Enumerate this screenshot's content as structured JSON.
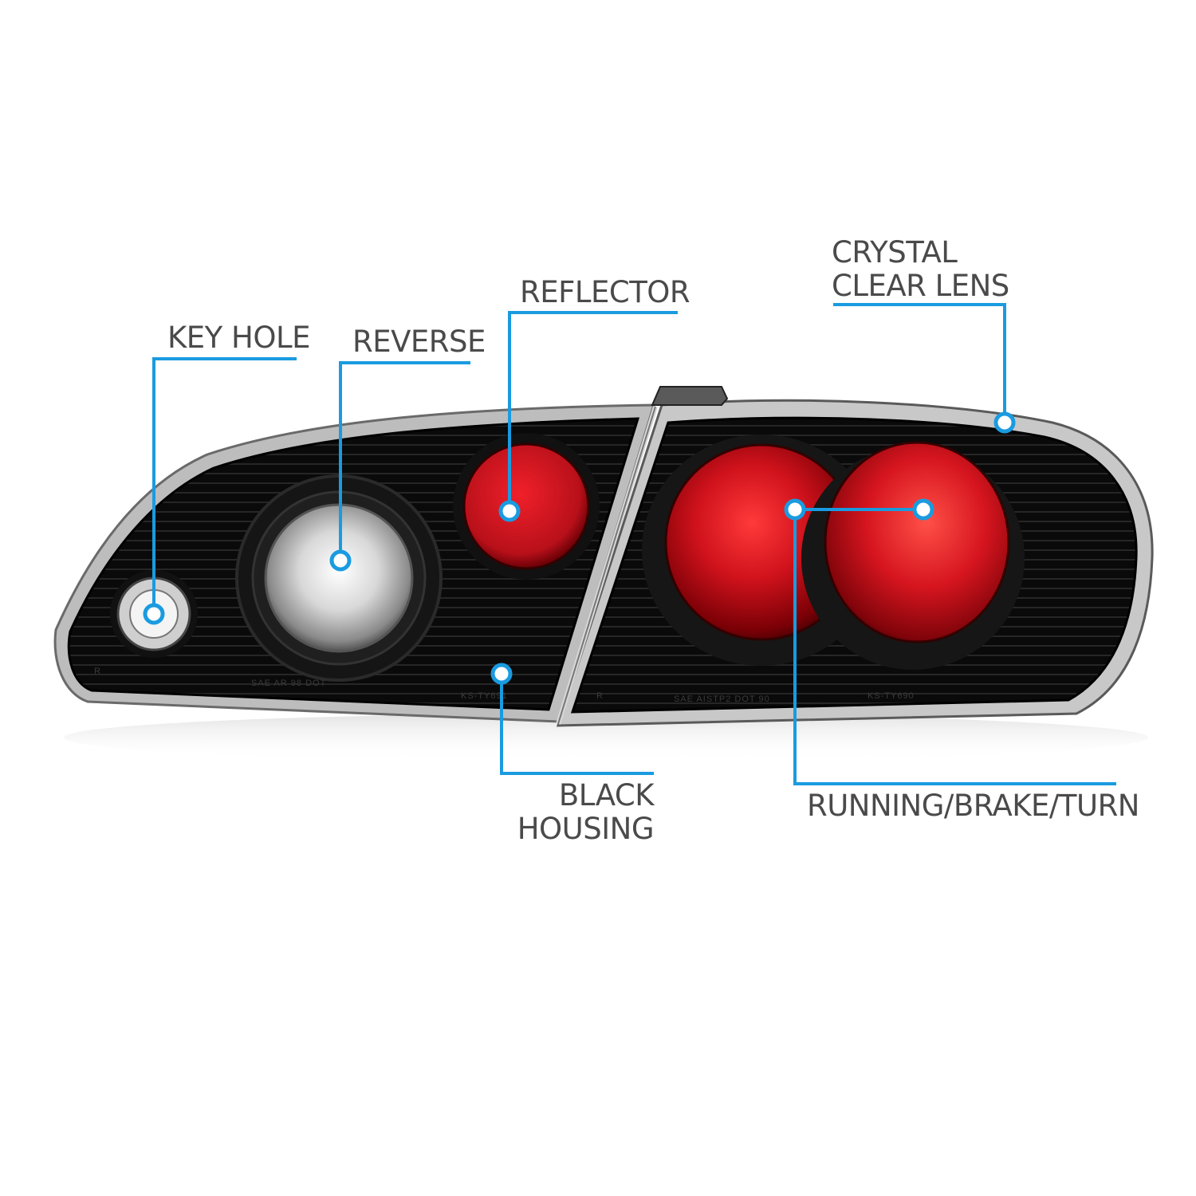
{
  "callouts": {
    "key_hole": "KEY HOLE",
    "reverse": "REVERSE",
    "reflector": "REFLECTOR",
    "crystal_line1": "CRYSTAL",
    "crystal_line2": "CLEAR LENS",
    "black_line1": "BLACK",
    "black_line2": "HOUSING",
    "running": "RUNNING/BRAKE/TURN"
  },
  "lens_markings": {
    "inner_r": "R",
    "inner_sae": "SAE  AR  98  DOT",
    "inner_part": "KS-TY691",
    "outer_r": "R",
    "outer_sae": "SAE  AISTP2  DOT  90",
    "outer_part": "KS-TY690"
  },
  "colors": {
    "callout_line": "#1a9be0",
    "label_text": "#4a4a4a",
    "housing": "#0b0b0b",
    "lens_red": "#c4101a"
  }
}
